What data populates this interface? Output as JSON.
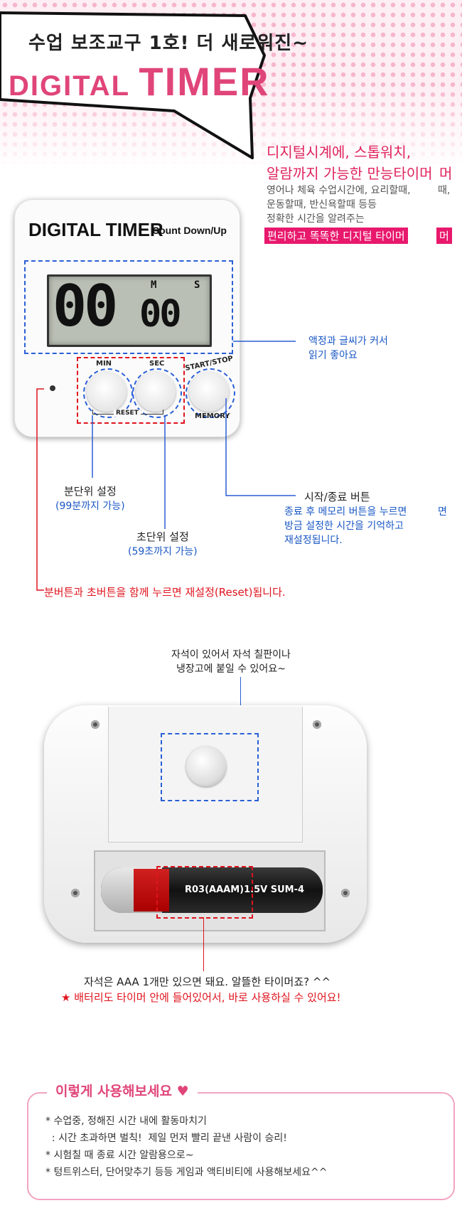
{
  "header": {
    "headline": "수업 보조교구 1호! 더 새로워진~",
    "title_a": "DIGITAL ",
    "title_b": "TIMER"
  },
  "intro": {
    "line1": "디지털시계에, 스톱워치,",
    "line2": "알람까지 가능한 만능타이머",
    "line2_extra": "머",
    "gray1": "영어나 체육 수업시간에, 요리할때,",
    "gray1_extra": "때,",
    "gray2": "운동할때, 반신욕할때 등등",
    "gray3": "정확한 시간을 알려주는",
    "highlight": "편리하고 똑똑한 디지털 타이머",
    "highlight_extra": "머"
  },
  "device": {
    "brand": "DIGITAL TIMER",
    "mode": "Count Down/Up",
    "display_min": "00",
    "display_sec": "00",
    "unit_m": "M",
    "unit_s": "S",
    "btn_min": "MIN",
    "btn_sec": "SEC",
    "btn_reset": "RESET",
    "btn_start": "START/STOP",
    "btn_memory": "MEMORY"
  },
  "notes": {
    "lcd": [
      "액정과 글씨가 커서",
      "읽기 좋아요"
    ],
    "min_title": "분단위 설정",
    "min_sub": "(99분까지 가능)",
    "sec_title": "초단위 설정",
    "sec_sub": "(59초까지 가능)",
    "start_title": "시작/종료 버튼",
    "start_lines": [
      "종료 후 메모리 버튼을 누르면",
      "방금 설정한 시간을 기억하고",
      "재설정됩니다."
    ],
    "start_extra": "면",
    "reset_note": "분버튼과 초버튼을 함께 누르면 재설정(Reset)됩니다."
  },
  "back": {
    "magnet_note": [
      "자석이 있어서 자석 칠판이나",
      "냉장고에 붙일 수 있어요~"
    ],
    "battery_label": "R03(AAAM)1.5V  SUM-4",
    "battery_note": "자석은 AAA 1개만 있으면 돼요. 알뜰한 타이머죠? ^^",
    "battery_star": "★ 배터리도 타이머 안에 들어있어서, 바로 사용하실 수 있어요!"
  },
  "usage": {
    "title": "이렇게 사용해보세요",
    "lines": [
      "* 수업중, 정해진 시간 내에 활동마치기",
      "  : 시간 초과하면 벌칙!  제일 먼저 빨리 끝낸 사람이 승리!",
      "* 시험칠 때 종료 시간 알람용으로~",
      "* 텅트위스터, 단어맞추기 등등 게임과 액티비티에 사용해보세요^^"
    ]
  },
  "colors": {
    "pink": "#e0457a",
    "red": "#e0141e",
    "blue": "#2a5fd6"
  }
}
